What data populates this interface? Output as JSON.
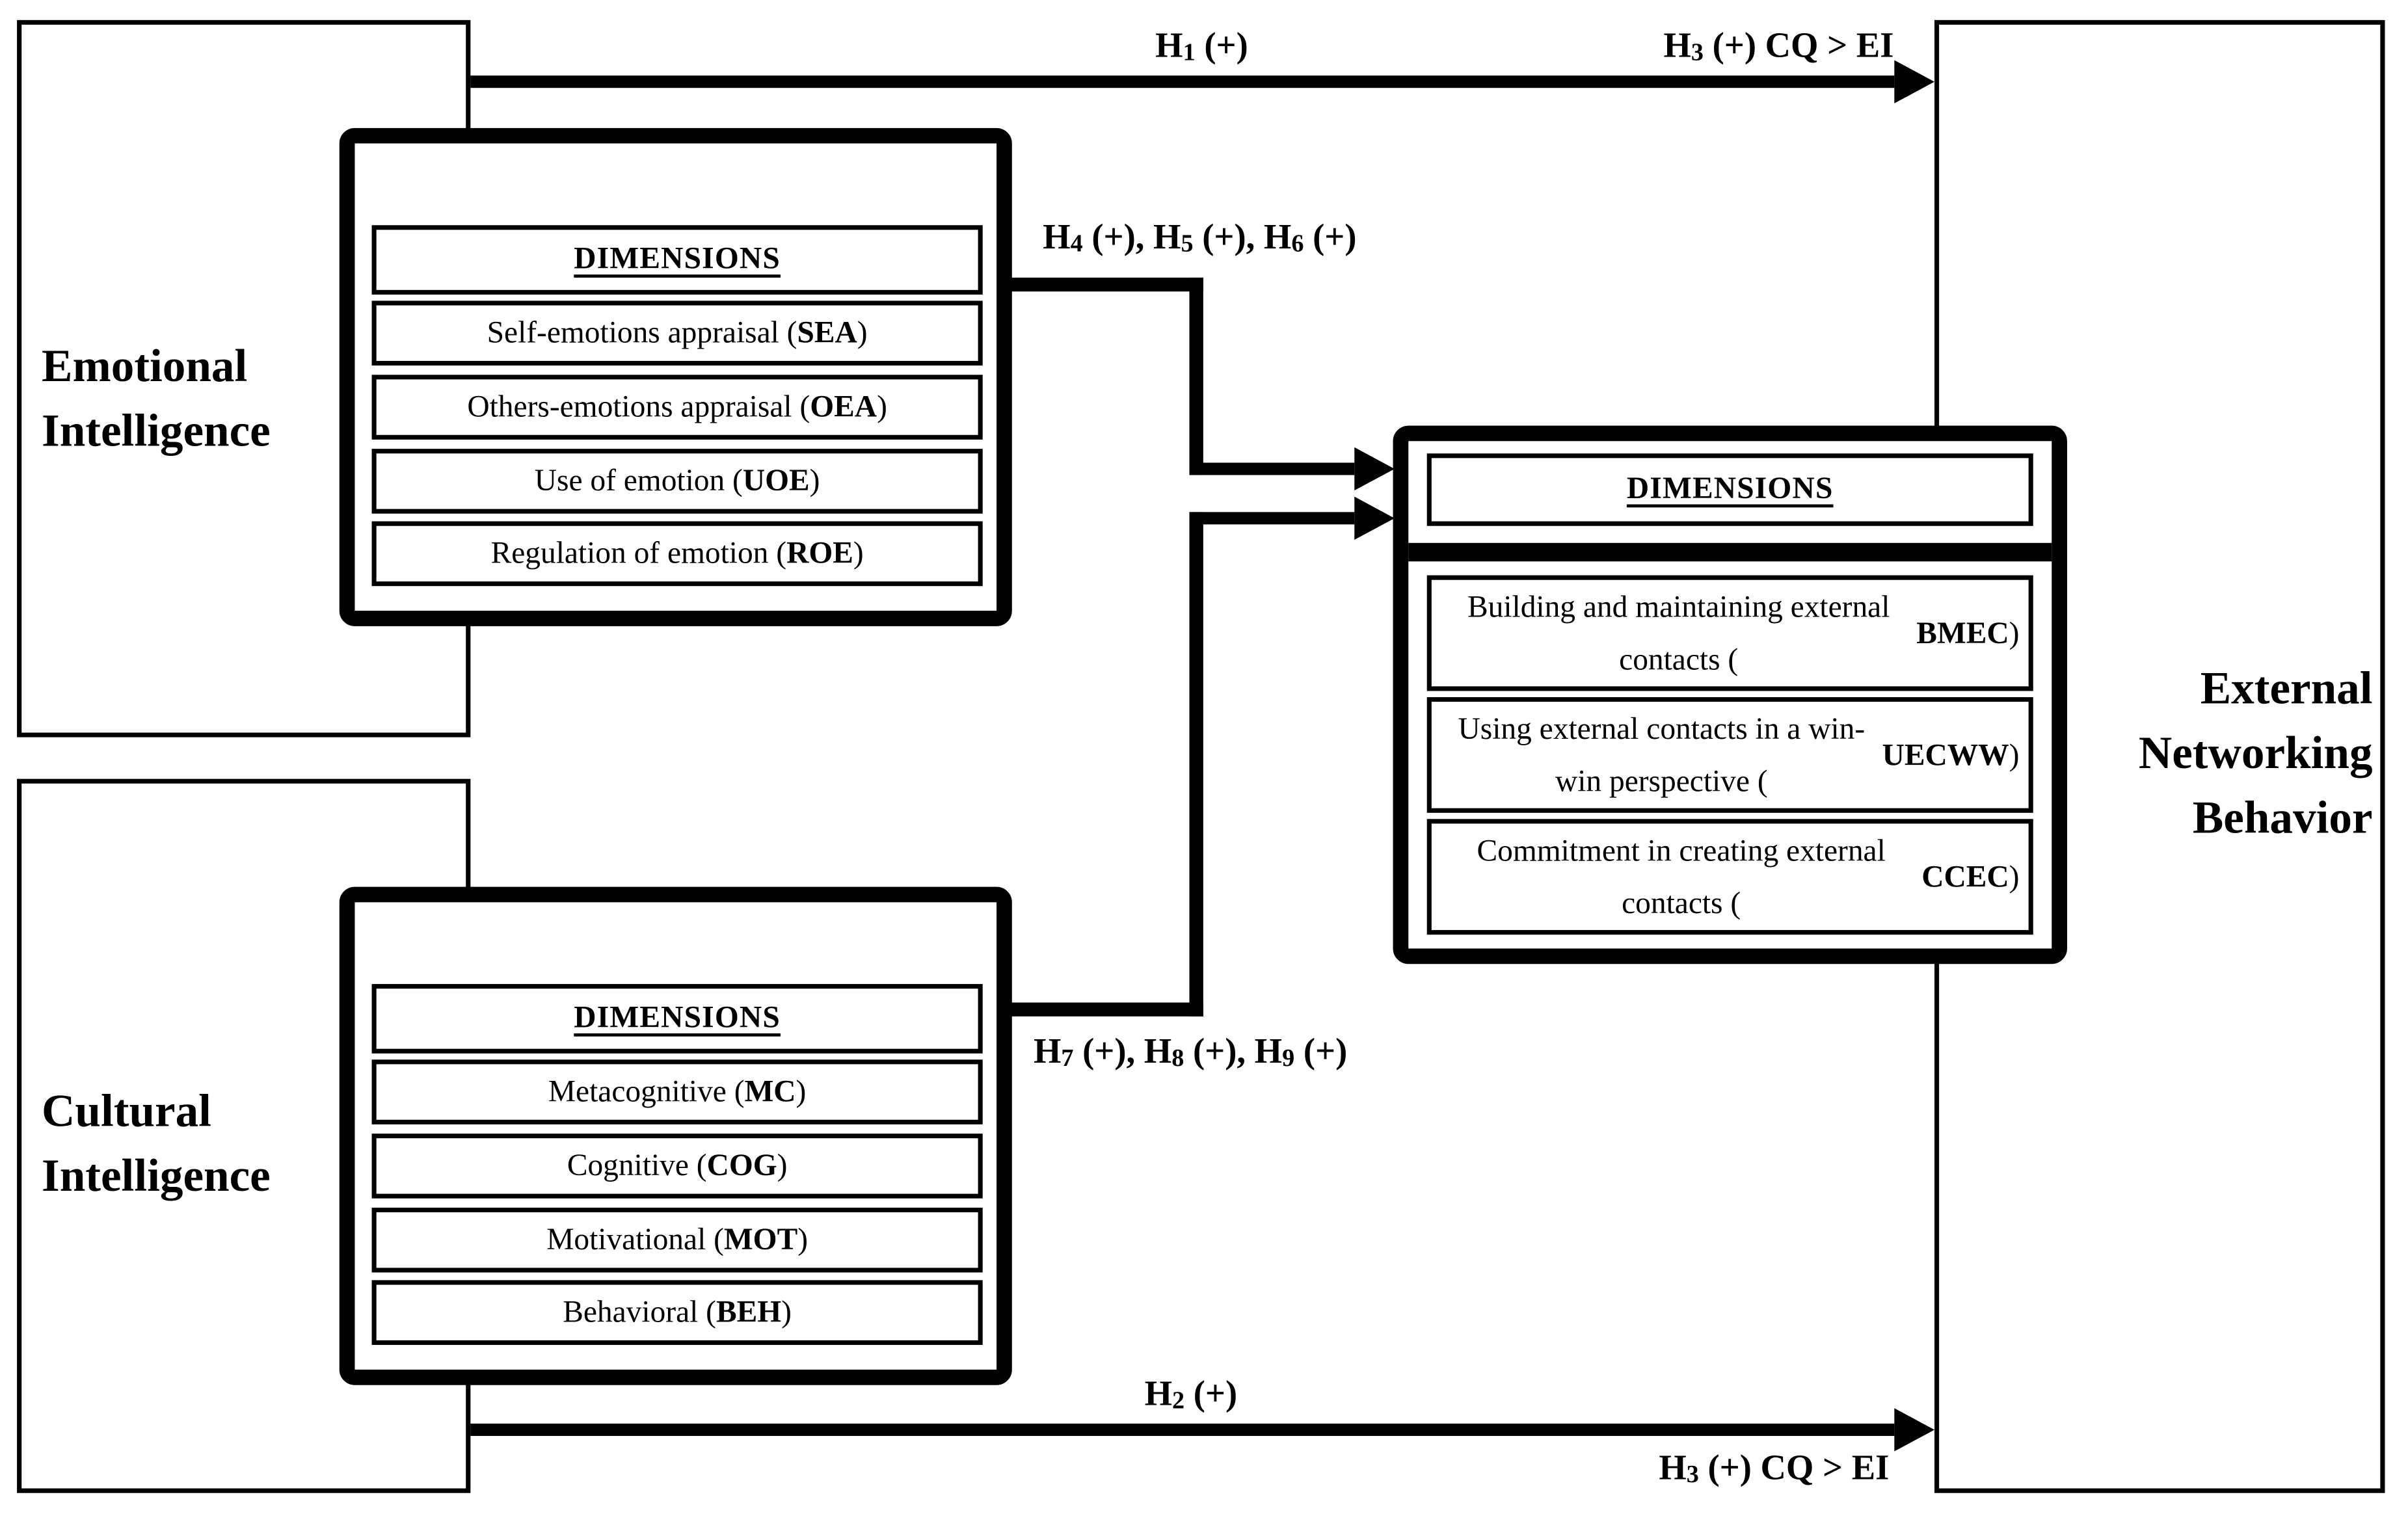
{
  "colors": {
    "ink": "#000000",
    "paper": "#ffffff"
  },
  "emotional_intelligence": {
    "title_line1": "Emotional",
    "title_line2": "Intelligence",
    "dimensions_header": "DIMENSIONS",
    "rows": [
      "Self-emotions appraisal (SEA)",
      "Others-emotions appraisal (OEA)",
      "Use of emotion (UOE)",
      "Regulation of emotion (ROE)"
    ]
  },
  "cultural_intelligence": {
    "title_line1": "Cultural",
    "title_line2": "Intelligence",
    "dimensions_header": "DIMENSIONS",
    "rows": [
      "Metacognitive (MC)",
      "Cognitive (COG)",
      "Motivational (MOT)",
      "Behavioral (BEH)"
    ]
  },
  "external_networking_behavior": {
    "title_line1": "External",
    "title_line2": "Networking",
    "title_line3": "Behavior",
    "dimensions_header": "DIMENSIONS",
    "rows": [
      "Building and maintaining external contacts (BMEC)",
      "Using external contacts in a win-win perspective (UECWW)",
      "Commitment in creating external contacts (CCEC)"
    ]
  },
  "hypothesis_labels": {
    "h1": "H1 (+)",
    "h2": "H2 (+)",
    "h3_top": "H3 (+) CQ > EI",
    "h3_bottom": "H3 (+) CQ > EI",
    "h4_h5_h6": "H4 (+), H5 (+), H6 (+)",
    "h7_h8_h9": "H7 (+), H8 (+), H9 (+)"
  }
}
